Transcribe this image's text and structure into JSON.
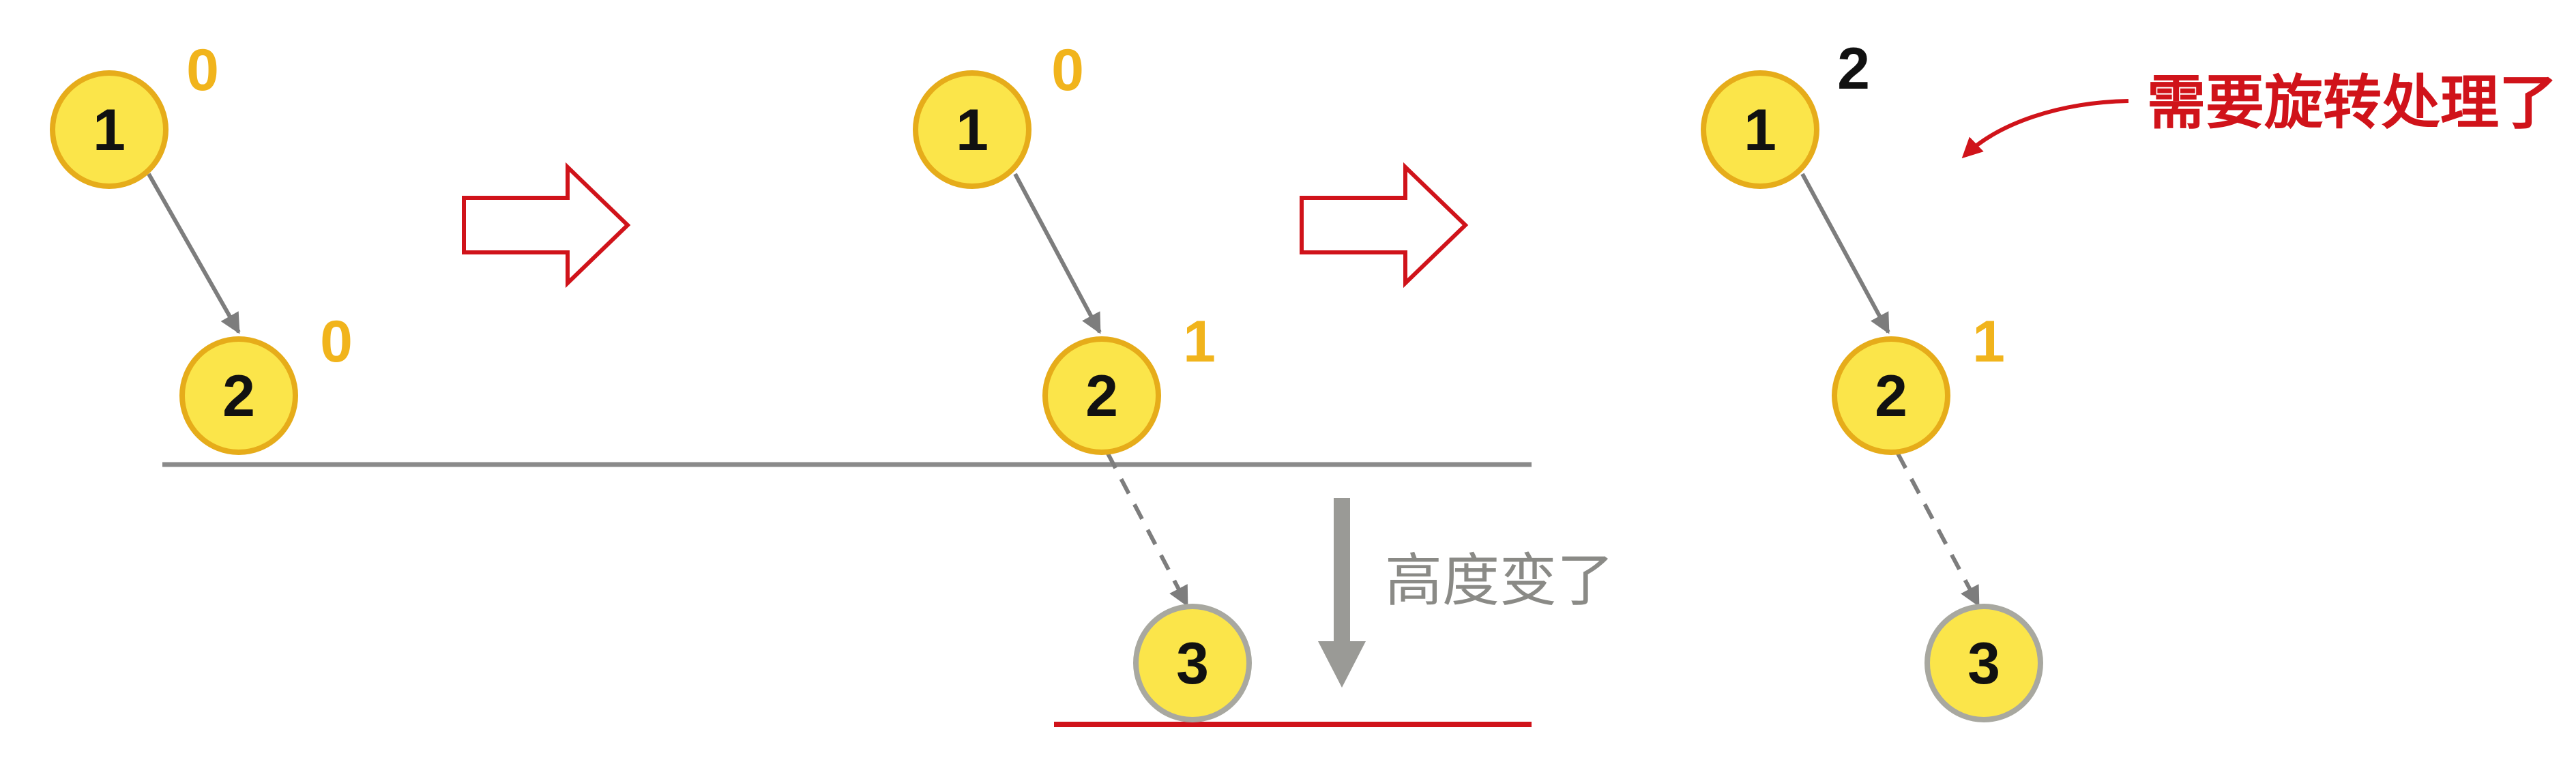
{
  "colors": {
    "node_fill": "#fbe54a",
    "node_stroke": "#e6ac1a",
    "node_stroke_new": "#a8a8a0",
    "edge": "#7d7d7d",
    "balance_orange": "#f1b41c",
    "balance_black": "#111111",
    "alert_red": "#d0131a",
    "baseline_gray": "#8a8a8a",
    "down_arrow": "#9a9a96"
  },
  "icons": [
    "right-arrow-icon",
    "down-arrow-icon",
    "curved-arrow-icon"
  ],
  "panel1": {
    "node1": {
      "label": "1",
      "balance": "0"
    },
    "node2": {
      "label": "2",
      "balance": "0"
    }
  },
  "panel2": {
    "node1": {
      "label": "1",
      "balance": "0"
    },
    "node2": {
      "label": "2",
      "balance": "1"
    },
    "node3": {
      "label": "3"
    },
    "height_note": "高度变了"
  },
  "panel3": {
    "node1": {
      "label": "1",
      "balance": "2"
    },
    "node2": {
      "label": "2",
      "balance": "1"
    },
    "node3": {
      "label": "3"
    },
    "alert": "需要旋转处理了"
  }
}
